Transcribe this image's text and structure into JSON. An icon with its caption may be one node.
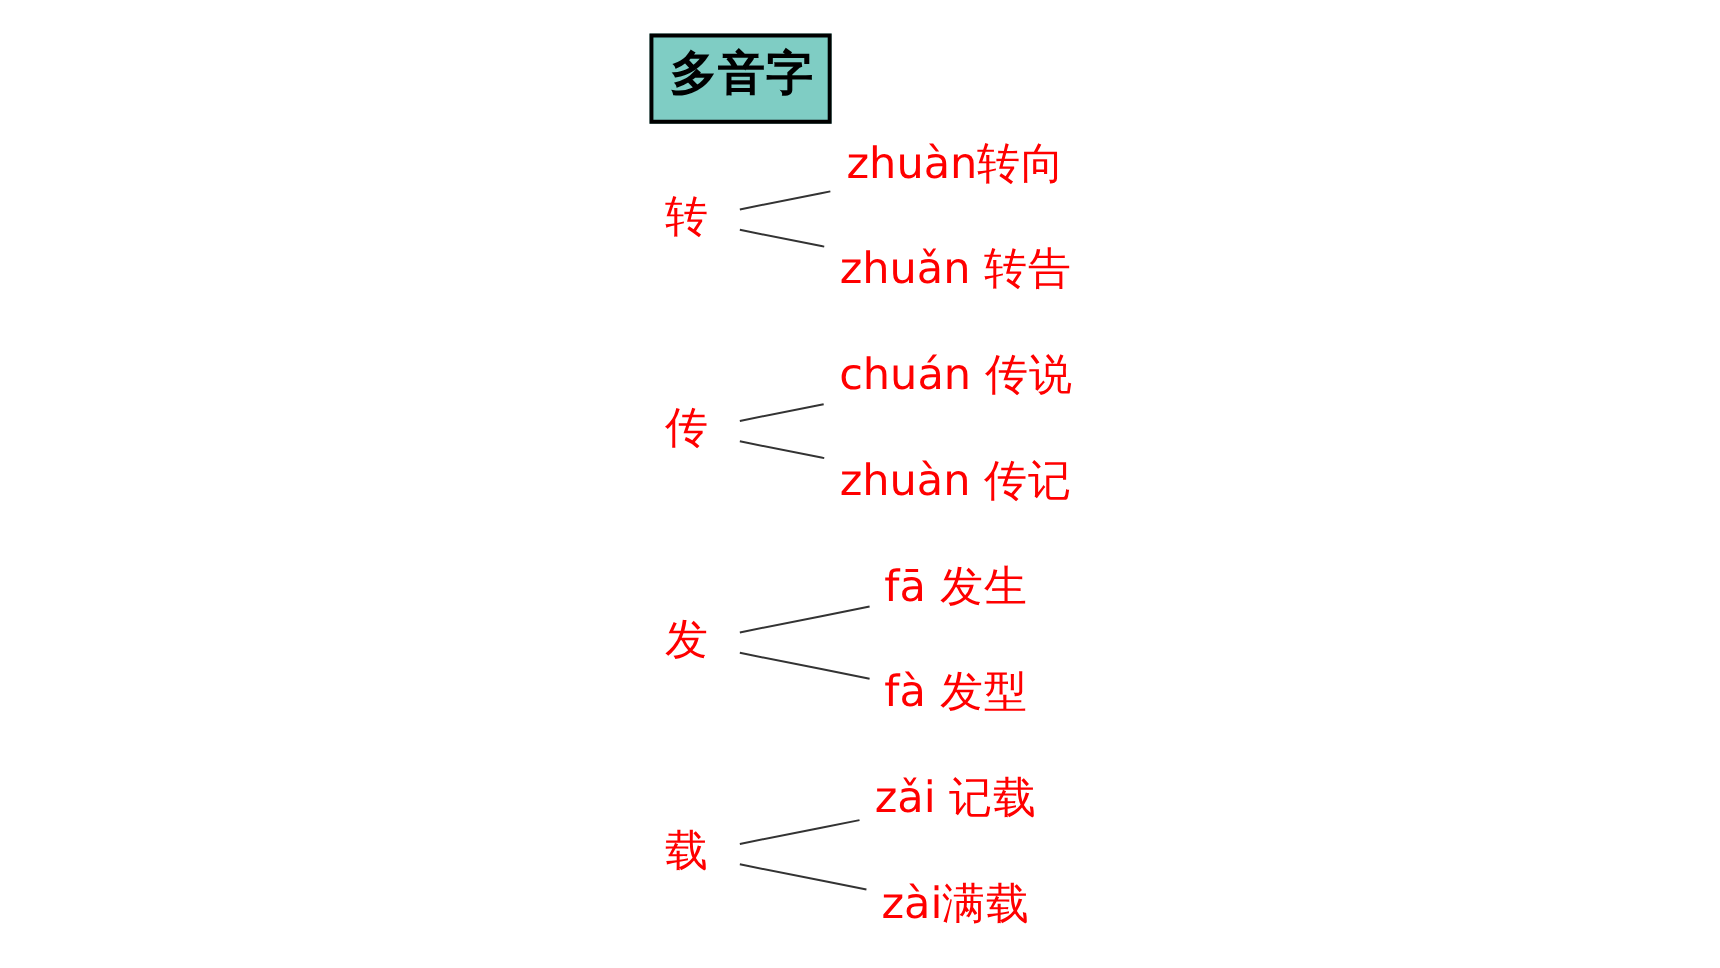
{
  "diagram": {
    "title": "多音字",
    "nodes": [
      {
        "text": [
          "载"
        ]
      },
      {
        "text": [
          "zǎi 记载"
        ]
      },
      {
        "text": [
          "zài满载"
        ]
      },
      {
        "text": [
          "发"
        ]
      },
      {
        "text": [
          "fā 发生"
        ]
      },
      {
        "text": [
          "fà 发型"
        ]
      },
      {
        "text": [
          "传"
        ]
      },
      {
        "text": [
          "chuán 传说"
        ]
      },
      {
        "text": [
          "zhuàn 传记"
        ]
      },
      {
        "text": [
          "转"
        ]
      },
      {
        "text": [
          "zhuàn转向"
        ]
      },
      {
        "text": [
          "zhuǎn 转告"
        ]
      }
    ],
    "edges": [
      {
        "from": 0,
        "to": 1,
        "arrow": "none"
      },
      {
        "from": 0,
        "to": 2,
        "arrow": "none"
      },
      {
        "from": 3,
        "to": 4,
        "arrow": "none"
      },
      {
        "from": 3,
        "to": 5,
        "arrow": "none"
      },
      {
        "from": 6,
        "to": 7,
        "arrow": "none"
      },
      {
        "from": 6,
        "to": 8,
        "arrow": "none"
      },
      {
        "from": 9,
        "to": 10,
        "arrow": "none"
      },
      {
        "from": 9,
        "to": 11,
        "arrow": "none"
      }
    ]
  }
}
